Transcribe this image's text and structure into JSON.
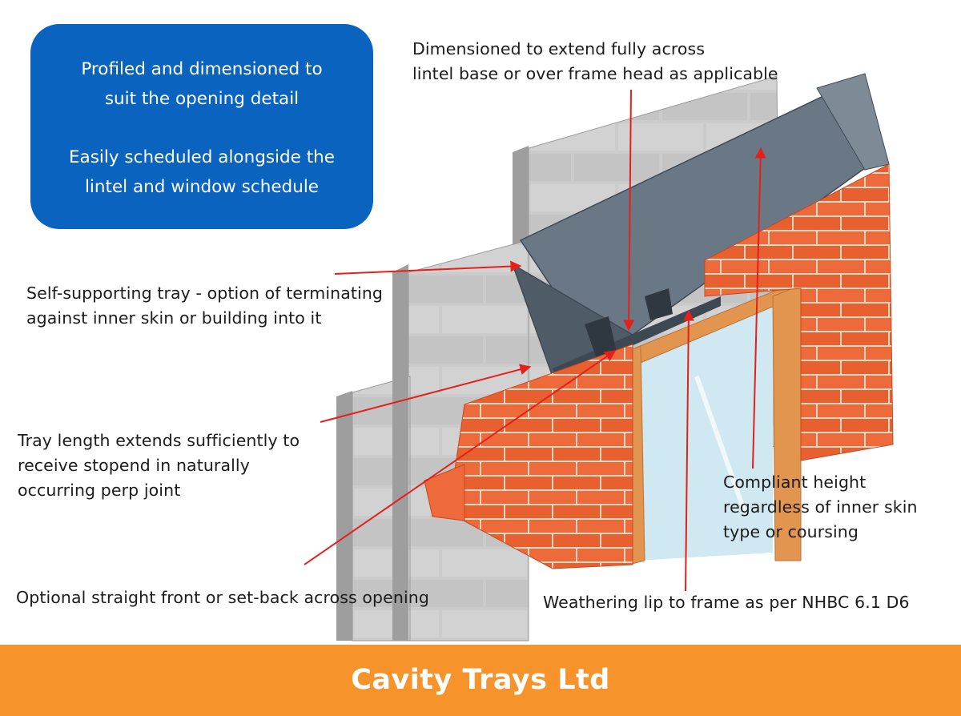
{
  "info_box": {
    "line_1": "Profiled and dimensioned to\nsuit the opening detail",
    "line_2": "Easily scheduled alongside the\nlintel and window schedule",
    "color": "#0a63bf"
  },
  "callouts": {
    "top": "Dimensioned to extend fully across\nlintel base or over frame head as applicable",
    "self_supporting": "Self-supporting  tray  - option of terminating\nagainst inner skin or building into it",
    "tray_length": "Tray length extends sufficiently to\nreceive stopend in naturally\noccurring perp joint",
    "compliant_height": "Compliant height\nregardless of inner skin\ntype or coursing",
    "optional_front": "Optional  straight front or set-back across opening",
    "weathering_lip": "Weathering lip to frame as per NHBC 6.1 D6"
  },
  "footer": {
    "company": "Cavity Trays Ltd",
    "color": "#f7932b"
  },
  "colors": {
    "arrow": "#e4201b",
    "brick": "#ee6c3c",
    "block": "#c9c9c9",
    "tray": "#61707d",
    "frame": "#e2954f",
    "glass": "#cfe8f1"
  }
}
